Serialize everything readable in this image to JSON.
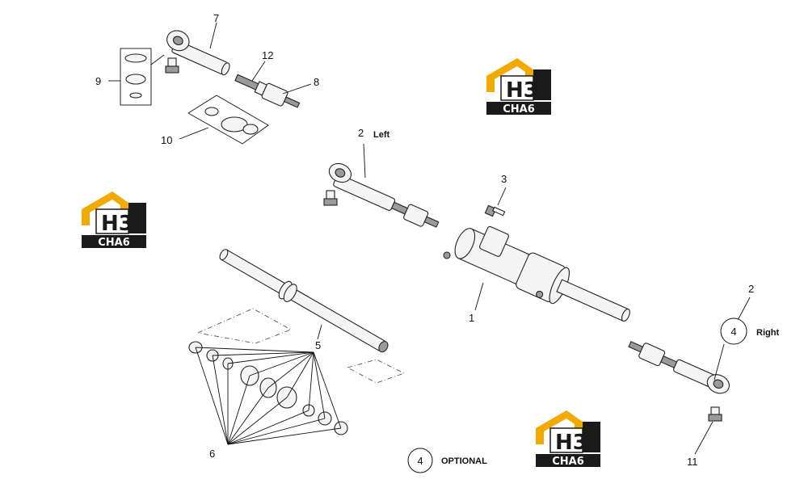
{
  "callouts": {
    "c1": "1",
    "c2_left": "2",
    "c2_right": "2",
    "c3": "3",
    "c4_right": "4",
    "c4_legend": "4",
    "c5": "5",
    "c6": "6",
    "c7": "7",
    "c8": "8",
    "c9": "9",
    "c10": "10",
    "c11": "11",
    "c12": "12"
  },
  "labels": {
    "left": "Left",
    "right": "Right",
    "optional": "OPTIONAL"
  },
  "watermark": {
    "logo_text": "H3",
    "sub_text": "CHA6",
    "accent_color": "#f2a900",
    "dark_color": "#1a1a1a"
  }
}
